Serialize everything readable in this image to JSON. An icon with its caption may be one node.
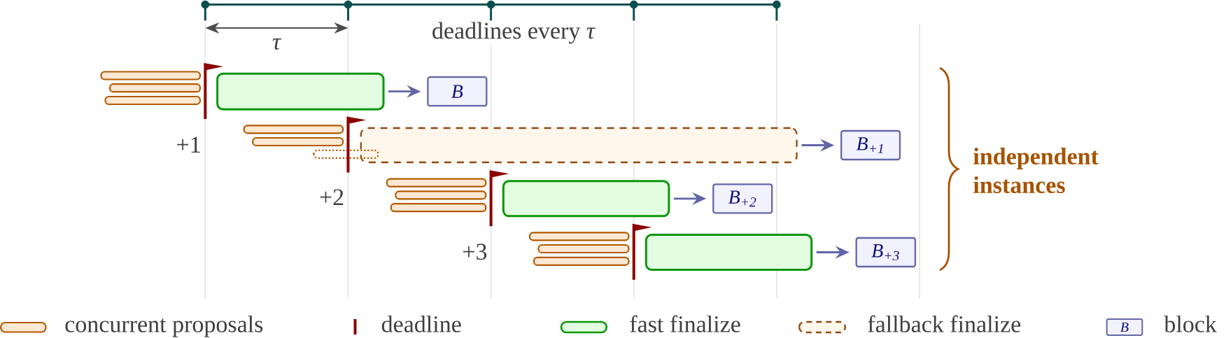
{
  "diagram": {
    "nodes": [
      {
        "text": [],
        "shape": "box"
      },
      {
        "text": [
          "B"
        ]
      },
      {
        "text": [],
        "shape": "box"
      },
      {
        "text": [
          "B$_{+1}$"
        ]
      },
      {
        "text": [],
        "shape": "box"
      },
      {
        "text": [
          "B$_{+2}$"
        ]
      },
      {
        "text": [],
        "shape": "box"
      },
      {
        "text": [
          "B$_{+3}$"
        ]
      }
    ],
    "edges": [
      {
        "from": 0,
        "to": 1,
        "arrow": "to"
      },
      {
        "from": 2,
        "to": 3,
        "arrow": "to"
      },
      {
        "from": 4,
        "to": 5,
        "arrow": "to"
      },
      {
        "from": 6,
        "to": 7,
        "arrow": "to"
      }
    ],
    "labels": [
      "τ",
      "deadlines every *τ*",
      "+1",
      "+2",
      "+3",
      "independent instances",
      "B"
    ],
    "legend": [
      {
        "text": "concurrent proposals"
      },
      {
        "text": "deadline"
      },
      {
        "text": "fast finalize"
      },
      {
        "text": "fallback finalize"
      },
      {
        "text": "block"
      }
    ]
  }
}
